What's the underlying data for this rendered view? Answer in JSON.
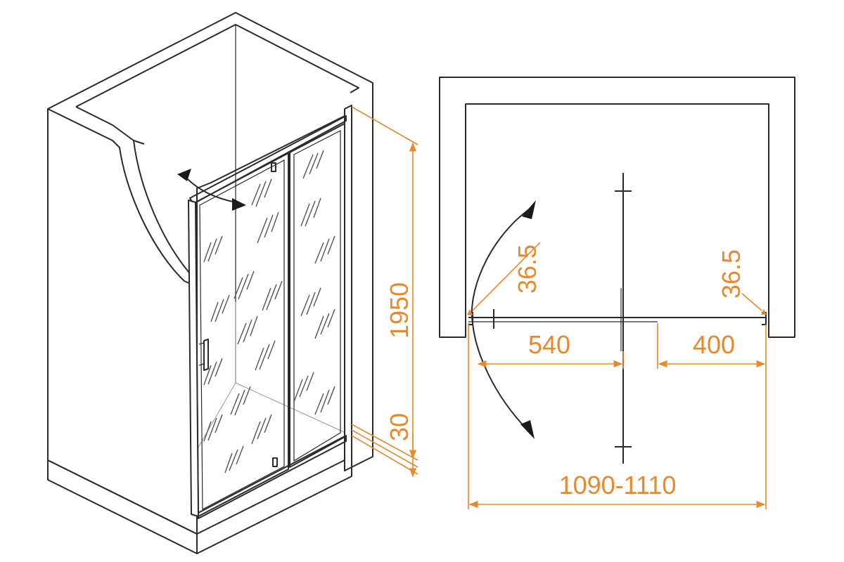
{
  "dimensions": {
    "height_total": "1950",
    "height_threshold": "30",
    "gap_left": "36.5",
    "gap_right": "36.5",
    "door_width": "540",
    "fixed_panel_width": "400",
    "overall_width": "1090-1110"
  },
  "colors": {
    "dimension": "#e8892b",
    "outline": "#2a2a2a",
    "background": "#ffffff"
  }
}
